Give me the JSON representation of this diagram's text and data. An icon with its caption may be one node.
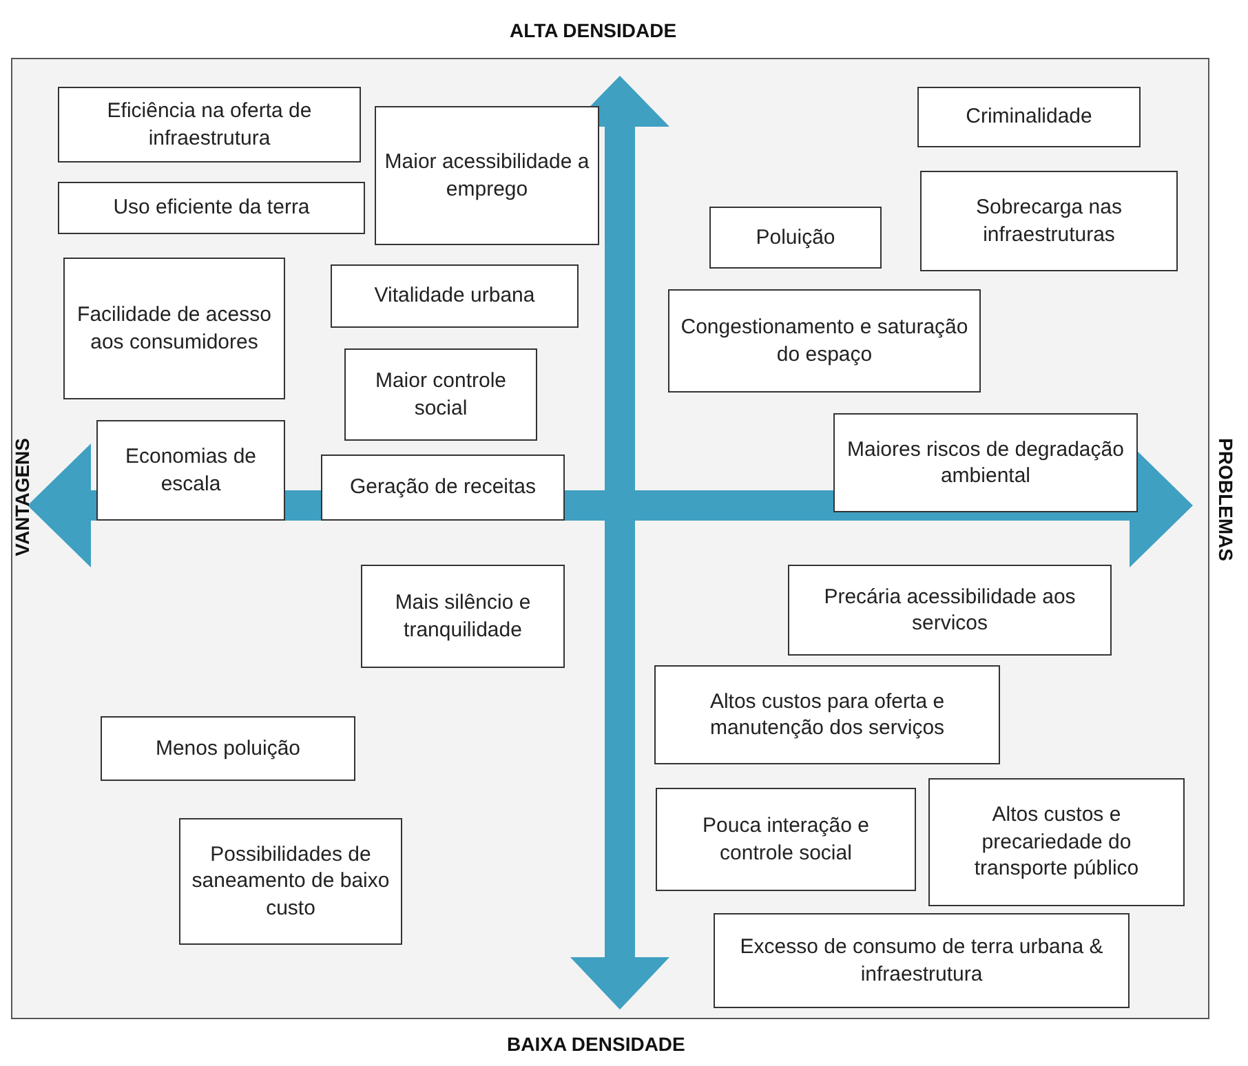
{
  "diagram": {
    "nodes": [
      {
        "text": [
          "Eficiência na oferta de infraestrutura"
        ]
      },
      {
        "text": [
          "Maior acessibilidade a emprego"
        ]
      },
      {
        "text": [
          "Criminalidade"
        ]
      },
      {
        "text": [
          "Uso eficiente da terra"
        ]
      },
      {
        "text": [
          "Sobrecarga nas infraestruturas"
        ]
      },
      {
        "text": [
          "Poluição"
        ]
      },
      {
        "text": [
          "Facilidade de acesso aos consumidores"
        ]
      },
      {
        "text": [
          "Vitalidade urbana"
        ]
      },
      {
        "text": [
          "Congestionamento e saturação do espaço"
        ]
      },
      {
        "text": [
          "Maior controle social"
        ]
      },
      {
        "text": [
          "Economias de escala"
        ]
      },
      {
        "text": [
          "Geração de receitas"
        ]
      },
      {
        "text": [
          "Maiores riscos de degradação ambiental"
        ]
      },
      {
        "text": [
          "Mais silêncio e tranquilidade"
        ]
      },
      {
        "text": [
          "Precária acessibilidade aos servicos"
        ]
      },
      {
        "text": [
          "Altos custos para oferta e manutenção dos serviços"
        ]
      },
      {
        "text": [
          "Menos poluição"
        ]
      },
      {
        "text": [
          "Possibilidades de saneamento de baixo custo"
        ]
      },
      {
        "text": [
          "Pouca interação e controle social"
        ]
      },
      {
        "text": [
          "Altos custos e precariedade do transporte público"
        ]
      },
      {
        "text": [
          "Excesso de consumo de terra urbana & infraestrutura"
        ]
      }
    ],
    "labels": [
      "ALTA DENSIDADE",
      "VANTAGENS",
      "PROBLEMAS",
      "BAIXA DENSIDADE"
    ]
  }
}
